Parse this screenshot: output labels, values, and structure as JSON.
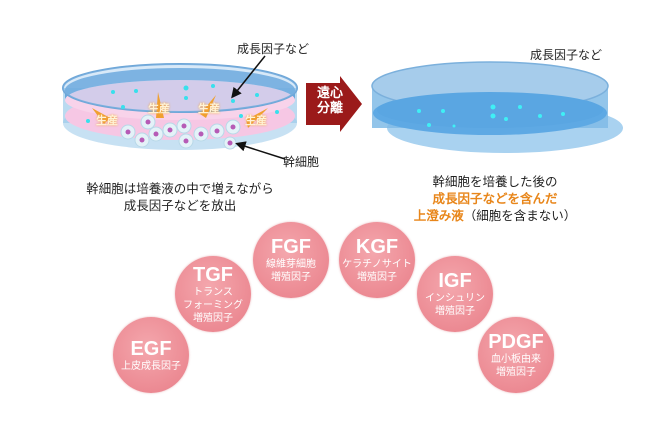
{
  "left_dish": {
    "label_growth_factors": "成長因子など",
    "label_stem_cell": "幹細胞",
    "production_labels": [
      "生産",
      "生産",
      "生産",
      "生産"
    ],
    "caption_line1": "幹細胞は培養液の中で増えながら",
    "caption_line2": "成長因子などを放出"
  },
  "centrifuge_arrow": {
    "line1": "遠心",
    "line2": "分離",
    "color": "#9b1a1a"
  },
  "right_dish": {
    "label_growth_factors": "成長因子など",
    "caption_line1": "幹細胞を培養した後の",
    "caption_line2_highlight": "成長因子などを含んだ",
    "caption_line3_highlight": "上澄み液",
    "caption_line3_rest": "（細胞を含まない）",
    "highlight_color": "#e8861a"
  },
  "growth_factors": [
    {
      "abbr": "EGF",
      "desc": [
        "上皮成長因子"
      ]
    },
    {
      "abbr": "TGF",
      "desc": [
        "トランス",
        "フォーミング",
        "増殖因子"
      ]
    },
    {
      "abbr": "FGF",
      "desc": [
        "線維芽細胞",
        "増殖因子"
      ]
    },
    {
      "abbr": "KGF",
      "desc": [
        "ケラチノサイト",
        "増殖因子"
      ]
    },
    {
      "abbr": "IGF",
      "desc": [
        "インシュリン",
        "増殖因子"
      ]
    },
    {
      "abbr": "PDGF",
      "desc": [
        "血小板由来",
        "増殖因子"
      ]
    }
  ],
  "colors": {
    "factor_circle": "#ec8a93",
    "arrow": "#eda020",
    "cell": "#4fd3dc",
    "nucleus": "#4a55a8"
  }
}
